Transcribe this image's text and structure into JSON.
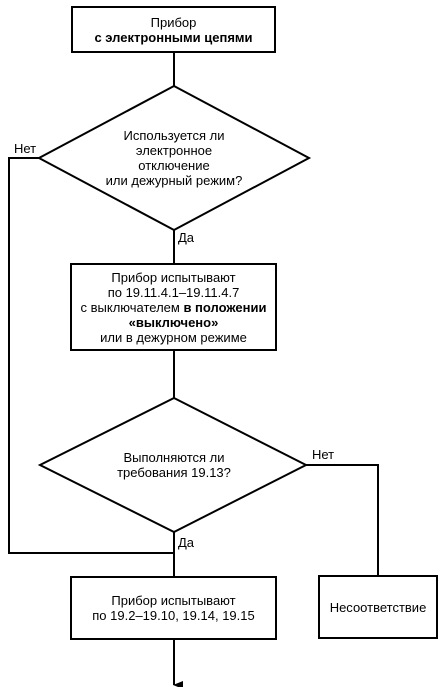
{
  "nodes": {
    "start": {
      "line1": "Прибор",
      "line2_bold": "с электронными цепями"
    },
    "decision1": {
      "lines": [
        "Используется ли",
        "электронное",
        "отключение",
        "или дежурный режим?"
      ]
    },
    "process1": {
      "line1": "Прибор испытывают",
      "line2": "по 19.11.4.1–19.11.4.7",
      "line3_normal": "с выключателем ",
      "line3_bold": "в положении",
      "line4_bold": "«выключено»",
      "line5": "или в дежурном режиме"
    },
    "decision2": {
      "lines": [
        "Выполняются ли",
        "требования 19.13?"
      ]
    },
    "process2": {
      "line1": "Прибор испытывают",
      "line2": "по 19.2–19.10, 19.14, 19.15"
    },
    "nonconformity": {
      "text": "Несоответствие"
    }
  },
  "edge_labels": {
    "d1_no": "Нет",
    "d1_yes": "Да",
    "d2_no": "Нет",
    "d2_yes": "Да"
  }
}
